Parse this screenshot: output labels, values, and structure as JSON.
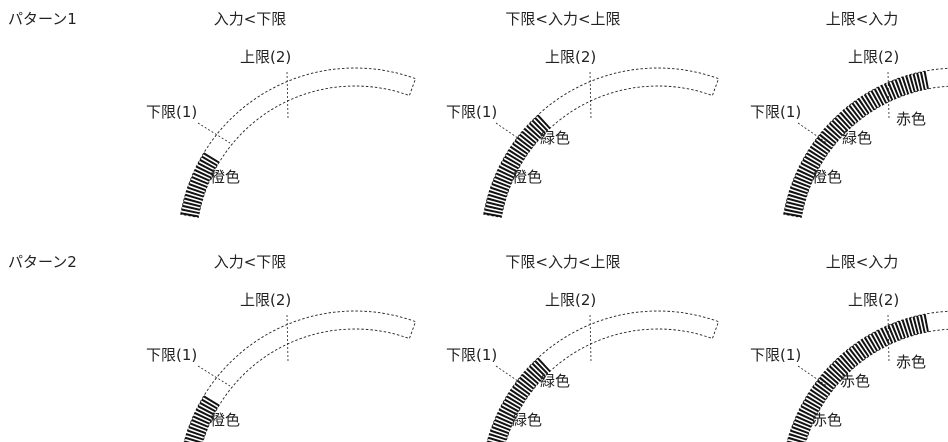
{
  "rows": [
    {
      "label": "パターン1",
      "panels": [
        {
          "title": "入力<下限",
          "lower": "下限(1)",
          "upper": "上限(2)",
          "inner": [
            "橙色"
          ],
          "fill_labels": [
            "橙色"
          ]
        },
        {
          "title": "下限<入力<上限",
          "lower": "下限(1)",
          "upper": "上限(2)",
          "fill_labels": [
            "橙色",
            "緑色"
          ]
        },
        {
          "title": "上限<入力",
          "lower": "下限(1)",
          "upper": "上限(2)",
          "fill_labels": [
            "橙色",
            "緑色",
            "赤色"
          ]
        }
      ]
    },
    {
      "label": "パターン2",
      "panels": [
        {
          "title": "入力<下限",
          "lower": "下限(1)",
          "upper": "上限(2)",
          "fill_labels": [
            "橙色"
          ]
        },
        {
          "title": "下限<入力<上限",
          "lower": "下限(1)",
          "upper": "上限(2)",
          "fill_labels": [
            "緑色",
            "緑色"
          ]
        },
        {
          "title": "上限<入力",
          "lower": "下限(1)",
          "upper": "上限(2)",
          "fill_labels": [
            "赤色",
            "赤色",
            "赤色"
          ]
        }
      ]
    }
  ]
}
